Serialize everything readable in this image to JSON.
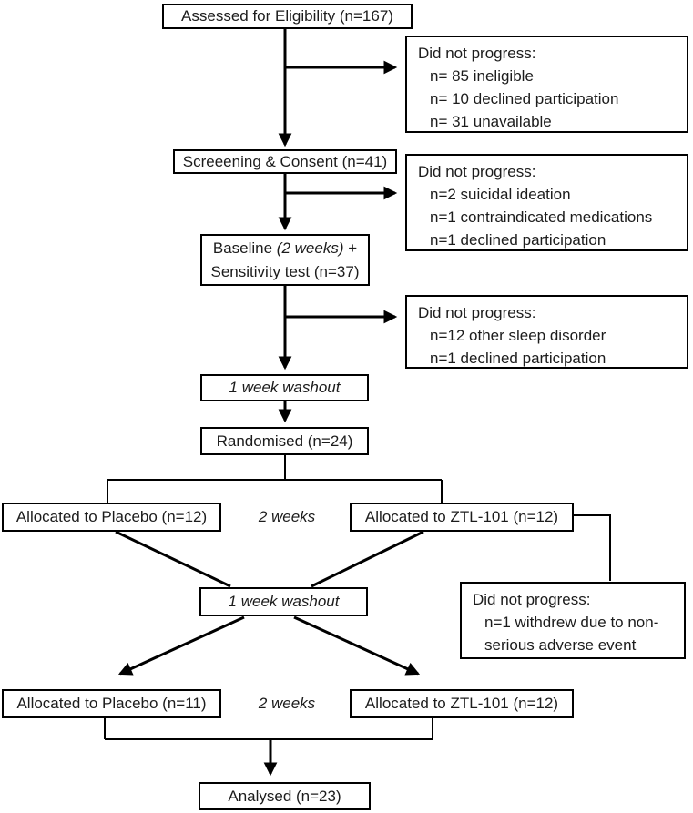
{
  "flow": {
    "assessed": "Assessed for Eligibility (n=167)",
    "screening": "Screeening & Consent (n=41)",
    "baseline": {
      "pre": "Baseline ",
      "italic": "(2 weeks)",
      "post": " +",
      "line2": "Sensitivity test (n=37)"
    },
    "washout_1": "1 week washout",
    "randomised": "Randomised (n=24)",
    "alloc_placebo_1": "Allocated to Placebo (n=12)",
    "alloc_ztl_1": "Allocated to ZTL-101 (n=12)",
    "period_1": "2 weeks",
    "washout_2": "1 week washout",
    "alloc_placebo_2": "Allocated to Placebo (n=11)",
    "alloc_ztl_2": "Allocated to ZTL-101 (n=12)",
    "period_2": "2 weeks",
    "analysed": "Analysed (n=23)"
  },
  "dropouts": [
    {
      "title": "Did not progress:",
      "items": [
        "n= 85 ineligible",
        "n= 10 declined participation",
        "n= 31 unavailable"
      ]
    },
    {
      "title": "Did not progress:",
      "items": [
        "n=2 suicidal ideation",
        "n=1 contraindicated medications",
        "n=1 declined participation"
      ]
    },
    {
      "title": "Did not progress:",
      "items": [
        "n=12 other sleep disorder",
        "n=1 declined participation"
      ]
    },
    {
      "title": "Did not progress:",
      "items": [
        "n=1 withdrew due to non-",
        "serious adverse event"
      ]
    }
  ],
  "colors": {
    "line": "#000000",
    "background": "#ffffff",
    "text": "#1c1c1c"
  }
}
